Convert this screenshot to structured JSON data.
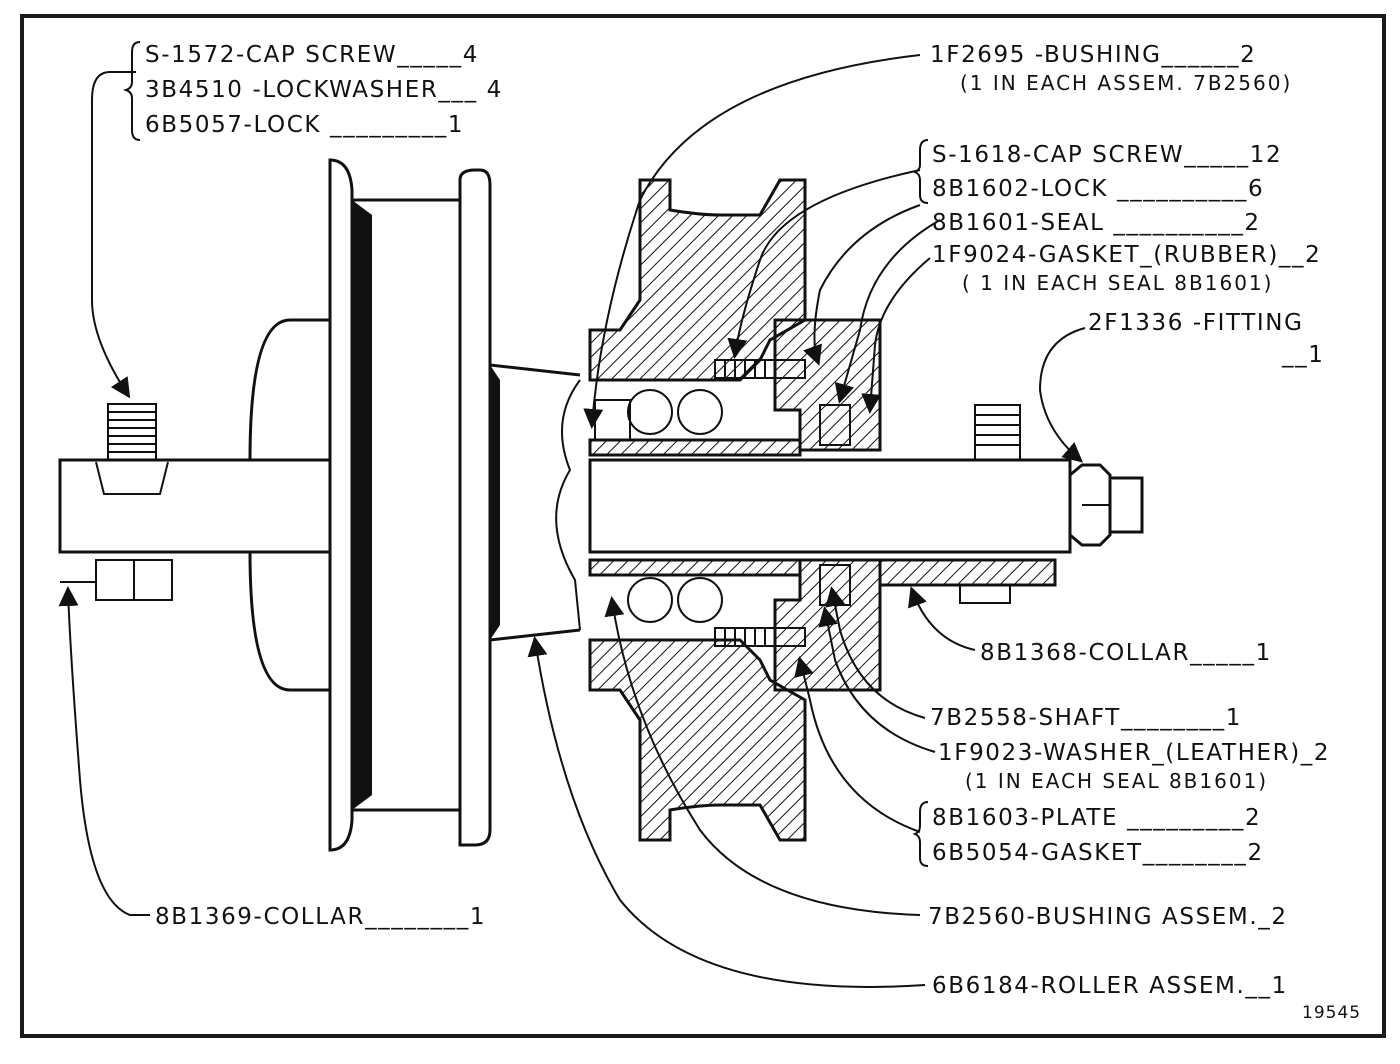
{
  "labels": {
    "cap_screw_1": "S-1572-CAP SCREW_____4",
    "lockwasher": "3B4510 -LOCKWASHER___ 4",
    "lock_1": "6B5057-LOCK _________1",
    "bushing": "1F2695 -BUSHING______2",
    "bushing_note": "(1 IN EACH ASSEM. 7B2560)",
    "cap_screw_2": "S-1618-CAP SCREW_____12",
    "lock_2": "8B1602-LOCK __________6",
    "seal": "8B1601-SEAL __________2",
    "gasket_rubber": "1F9024-GASKET_(RUBBER)__2",
    "gasket_rubber_note": "( 1 IN EACH SEAL 8B1601)",
    "fitting": "2F1336 -FITTING",
    "fitting_qty": "__1",
    "collar_right": "8B1368-COLLAR_____1",
    "shaft": "7B2558-SHAFT________1",
    "washer_leather": "1F9023-WASHER_(LEATHER)_2",
    "washer_leather_note": "(1 IN EACH SEAL 8B1601)",
    "plate": "8B1603-PLATE _________2",
    "gasket": "6B5054-GASKET________2",
    "collar_left": "8B1369-COLLAR________1",
    "bushing_assem": "7B2560-BUSHING ASSEM._2",
    "roller_assem": "6B6184-ROLLER ASSEM.__1",
    "figure_number": "19545"
  },
  "colors": {
    "ink": "#111111",
    "paper": "#ffffff"
  }
}
